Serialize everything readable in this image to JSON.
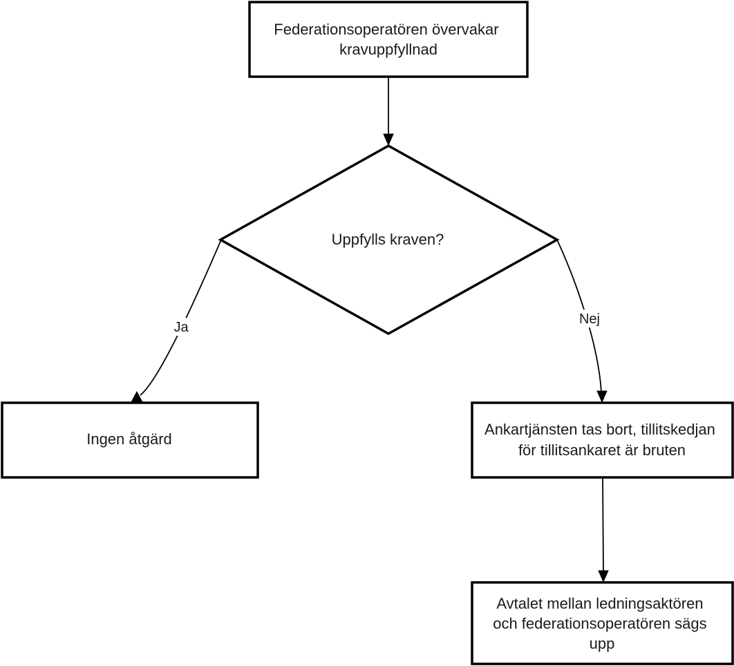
{
  "nodes": {
    "monitor": {
      "lines": [
        "Federationsoperatören övervakar",
        "kravuppfyllnad"
      ]
    },
    "decision": {
      "lines": [
        "Uppfylls kraven?"
      ]
    },
    "no_action": {
      "lines": [
        "Ingen åtgärd"
      ]
    },
    "remove_anchor": {
      "lines": [
        "Ankartjänsten tas bort, tillitskedjan",
        "för tillitsankaret är bruten"
      ]
    },
    "terminate": {
      "lines": [
        "Avtalet mellan ledningsaktören",
        "och federationsoperatören sägs",
        "upp"
      ]
    }
  },
  "edges": {
    "yes_label": "Ja",
    "no_label": "Nej"
  }
}
